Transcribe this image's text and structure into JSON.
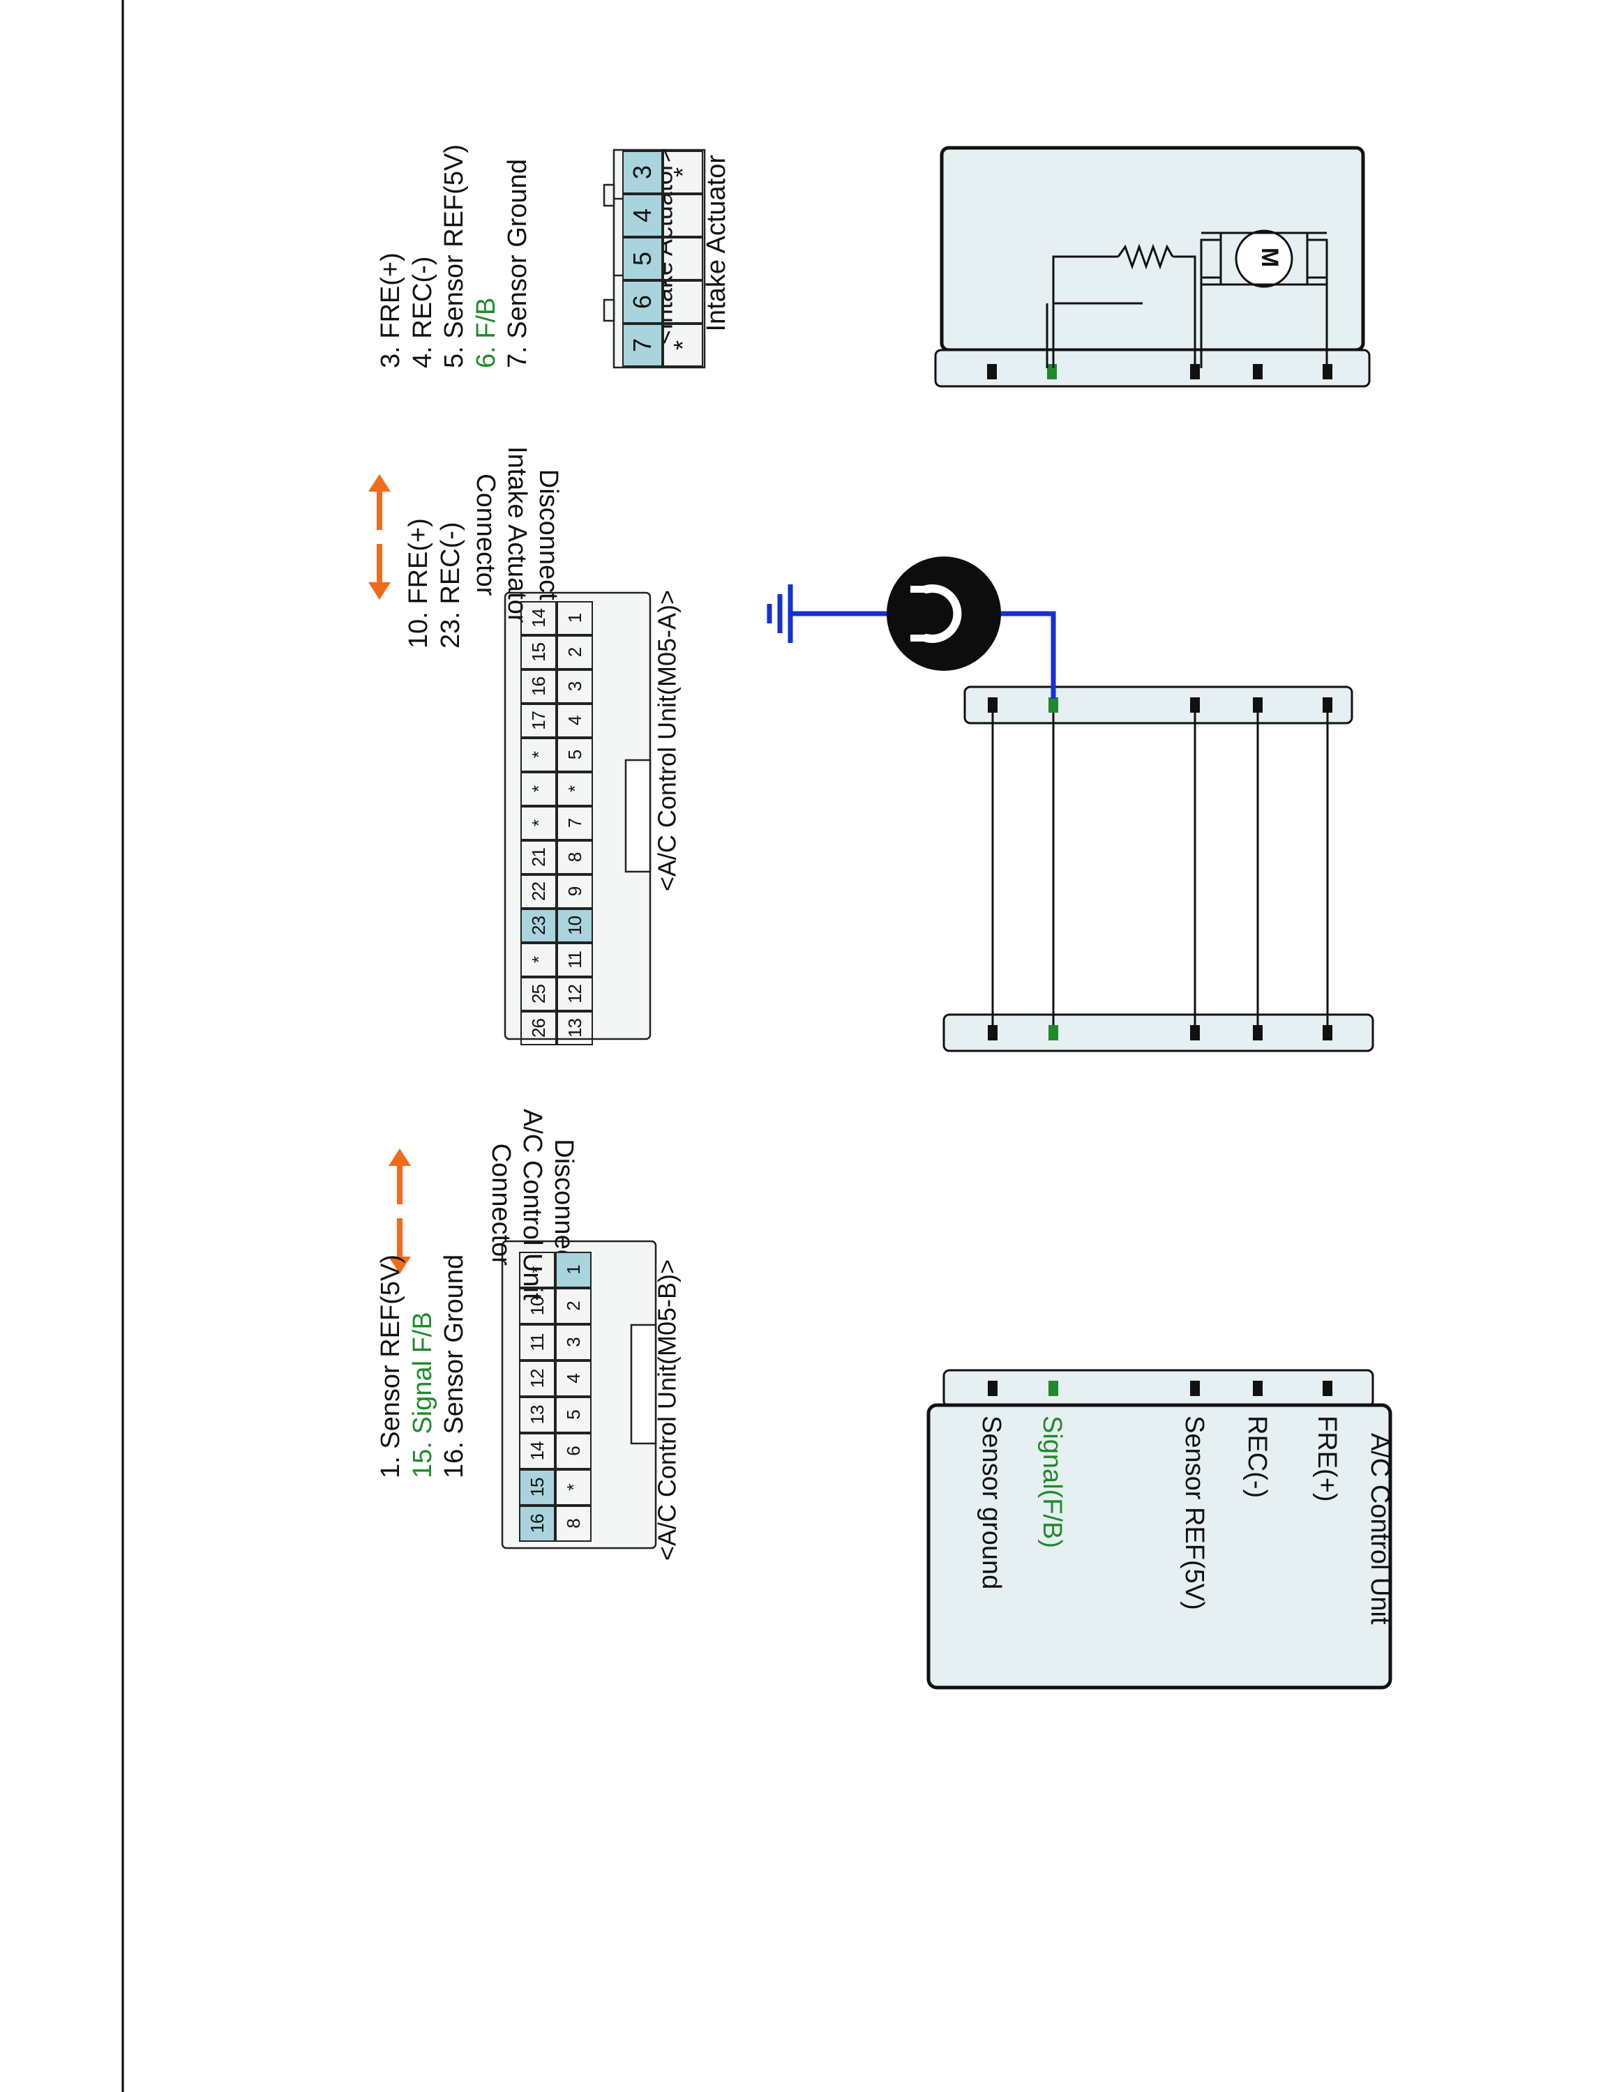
{
  "diagram": {
    "intake_actuator_box": {
      "title": "Intake Actuator",
      "motor_symbol": "M"
    },
    "disconnect_intake": {
      "label_lines": [
        "Disconnect",
        "Intake Actuator",
        "Connector"
      ]
    },
    "disconnect_acu": {
      "label_lines": [
        "Disconnect",
        "A/C Control Unit",
        "Connector"
      ]
    },
    "acu_box": {
      "title": "A/C Control Unit",
      "pins": [
        {
          "label": "FRE(+)",
          "highlight": false
        },
        {
          "label": "REC(-)",
          "highlight": false
        },
        {
          "label": "Sensor REF(5V)",
          "highlight": false
        },
        {
          "label": "Signal(F/B)",
          "highlight": true
        },
        {
          "label": "Sensor ground",
          "highlight": false
        }
      ]
    },
    "meter_icon": "ohmmeter-icon",
    "ground_icon": "ground-icon",
    "colors": {
      "probe_wire": "#1631d6",
      "signal_green": "#1e8a2a",
      "arrow_orange": "#f26b1d",
      "pin_highlight": "#a9d4dd"
    }
  },
  "intake_connector": {
    "title": "<Intake Actuator>",
    "top_row": [
      "*",
      "",
      "",
      "",
      "*"
    ],
    "bottom_row": [
      "7",
      "6",
      "5",
      "4",
      "3"
    ],
    "pins": [
      {
        "text": "3. FRE(+)",
        "green": false
      },
      {
        "text": "4. REC(-)",
        "green": false
      },
      {
        "text": "5. Sensor REF(5V)",
        "green": false
      },
      {
        "text": "6. F/B",
        "green": true
      },
      {
        "text": "7. Sensor Ground",
        "green": false
      }
    ]
  },
  "acu_a_connector": {
    "title": "<A/C Control Unit(M05-A)>",
    "row1": [
      "13",
      "12",
      "11",
      "10",
      "9",
      "8",
      "7",
      "*",
      "5",
      "4",
      "3",
      "2",
      "1"
    ],
    "row2": [
      "26",
      "25",
      "*",
      "23",
      "22",
      "21",
      "*",
      "*",
      "*",
      "17",
      "16",
      "15",
      "14"
    ],
    "pins": [
      {
        "text": "10. FRE(+)",
        "green": false
      },
      {
        "text": "23. REC(-)",
        "green": false
      }
    ]
  },
  "acu_b_connector": {
    "title": "<A/C Control Unit(M05-B)>",
    "row1": [
      "8",
      "*",
      "6",
      "5",
      "4",
      "3",
      "2",
      "1"
    ],
    "row2": [
      "16",
      "15",
      "14",
      "13",
      "12",
      "11",
      "10",
      "*"
    ],
    "pins": [
      {
        "text": "1. Sensor REF(5V)",
        "green": false
      },
      {
        "text": "15. Signal F/B",
        "green": true
      },
      {
        "text": "16. Sensor Ground",
        "green": false
      }
    ]
  }
}
